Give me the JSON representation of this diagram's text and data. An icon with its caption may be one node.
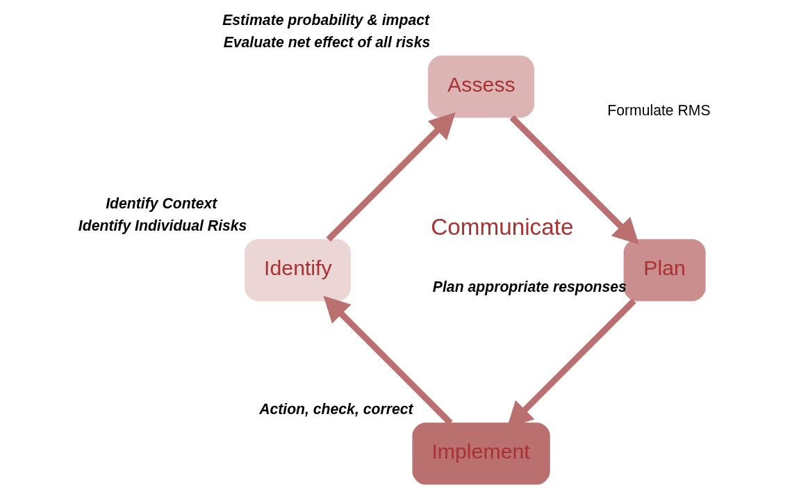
{
  "diagram": {
    "nodes": [
      {
        "text": [
          "Implement"
        ],
        "beside": [
          "Action, check, correct"
        ]
      },
      {
        "text": [
          "Identify"
        ],
        "beside": [
          "Identify Context",
          "Identify Individual Risks"
        ]
      },
      {
        "text": [
          "Assess"
        ],
        "beside": [
          "Estimate probability & impact",
          "Evaluate net effect of all risks"
        ]
      },
      {
        "text": [
          "Plan"
        ],
        "beside": [
          "Plan appropriate responses"
        ]
      }
    ],
    "edges": [
      {
        "from": 0,
        "to": 1,
        "arrow": "to"
      },
      {
        "from": 1,
        "to": 2,
        "arrow": "to"
      },
      {
        "from": 2,
        "to": 3,
        "arrow": "to"
      },
      {
        "from": 3,
        "to": 0,
        "arrow": "to"
      }
    ],
    "labels": [
      "Formulate RMS",
      "Communicate"
    ]
  }
}
